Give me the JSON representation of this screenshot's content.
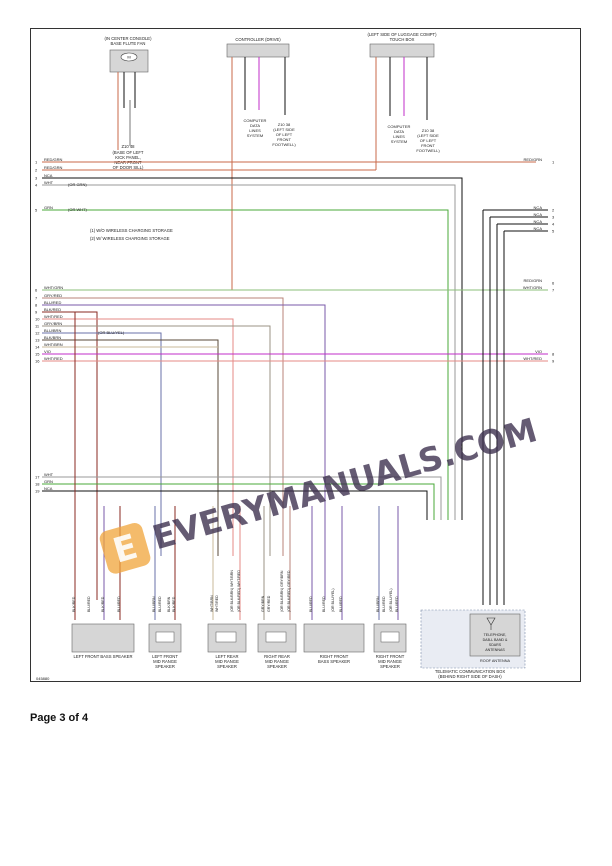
{
  "page": {
    "label": "Page 3 of 4",
    "figure_id": "045880"
  },
  "watermark": {
    "text": "EVERYMANUALS.COM",
    "logo_letter": "E"
  },
  "top_components": {
    "fan": {
      "title_1": "(IN CENTER CONSOLE)",
      "title_2": "BASE FLUTE FAN",
      "label": "M",
      "ground_title": "Z10 48",
      "ground_desc_1": "(BASE OF LEFT",
      "ground_desc_2": "KICK PANEL,",
      "ground_desc_3": "NEAR FRONT",
      "ground_desc_4": "OF DOOR SILL)"
    },
    "controller_drive": {
      "title": "CONTROLLER (DRIVE)",
      "note_1": "COMPUTER",
      "note_2": "DATA",
      "note_3": "LINES",
      "note_4": "SYSTEM",
      "gnd_1": "Z10 38",
      "gnd_2": "(LEFT SIDE",
      "gnd_3": "OF LEFT",
      "gnd_4": "FRONT",
      "gnd_5": "FOOTWELL)"
    },
    "touch_box": {
      "title_1": "(LEFT SIDE OF LUGGAGE COMPT)",
      "title_2": "TOUCH BOX",
      "note_1": "COMPUTER",
      "note_2": "DATA",
      "note_3": "LINES",
      "note_4": "SYSTEM",
      "gnd_1": "Z10 38",
      "gnd_2": "(LEFT SIDE",
      "gnd_3": "OF LEFT",
      "gnd_4": "FRONT",
      "gnd_5": "FOOTWELL)"
    }
  },
  "legend": [
    "(1) W/O WIRELESS CHARGING STORAGE",
    "(2) W/ WIRELESS CHARGING STORAGE"
  ],
  "left_wires": [
    {
      "n": "1",
      "label": "RED/GRN"
    },
    {
      "n": "2",
      "label": "RED/GRN"
    },
    {
      "n": "3",
      "label": "NCA"
    },
    {
      "n": "4",
      "label": "WHT"
    },
    {
      "n": "5",
      "label": "GRN"
    },
    {
      "n": "6",
      "label": "WHT/GRN"
    },
    {
      "n": "7",
      "label": "GRY/RED"
    },
    {
      "n": "8",
      "label": "BLU/RED"
    },
    {
      "n": "9",
      "label": "BLK/RED"
    },
    {
      "n": "10",
      "label": "WHT/RED"
    },
    {
      "n": "11",
      "label": "GRY/BRN"
    },
    {
      "n": "12",
      "label": "BLU/BRN"
    },
    {
      "n": "13",
      "label": "BLK/BRN"
    },
    {
      "n": "14",
      "label": "WHT/BRN"
    },
    {
      "n": "15",
      "label": "VIO"
    },
    {
      "n": "16",
      "label": "WHT/RED"
    },
    {
      "n": "17",
      "label": "WHT"
    },
    {
      "n": "18",
      "label": "GRN"
    },
    {
      "n": "19",
      "label": "NCA"
    }
  ],
  "left_notes": {
    "wht_note": "(OR GRN)",
    "grn_note": "(OR WHT)",
    "blu_note": "(OR BLU/YEL)"
  },
  "right_wires": [
    {
      "n": "1",
      "label": "RED/GRN"
    },
    {
      "n": "2",
      "label": "NCA"
    },
    {
      "n": "3",
      "label": "NCA"
    },
    {
      "n": "4",
      "label": "NCA"
    },
    {
      "n": "5",
      "label": "NCA"
    },
    {
      "n": "6",
      "label": "RED/GRN"
    },
    {
      "n": "7",
      "label": "WHT/GRN"
    },
    {
      "n": "8",
      "label": "VIO"
    },
    {
      "n": "9",
      "label": "WHT/RED"
    }
  ],
  "bottom_components": [
    {
      "name_1": "LEFT FRONT BASS SPEAKER",
      "name_2": "",
      "name_3": ""
    },
    {
      "name_1": "LEFT FRONT",
      "name_2": "MID RANGE",
      "name_3": "SPEAKER"
    },
    {
      "name_1": "LEFT REAR",
      "name_2": "MID RANGE",
      "name_3": "SPEAKER"
    },
    {
      "name_1": "RIGHT REAR",
      "name_2": "MID RANGE",
      "name_3": "SPEAKER"
    },
    {
      "name_1": "RIGHT FRONT",
      "name_2": "BASS SPEAKER",
      "name_3": ""
    },
    {
      "name_1": "RIGHT FRONT",
      "name_2": "MID RANGE",
      "name_3": "SPEAKER"
    }
  ],
  "telematic": {
    "name_1": "TELEMATIC COMMUNICATION BOX",
    "name_2": "(BEHIND RIGHT SIDE OF DASH)",
    "antenna_1": "TELEPHONE,",
    "antenna_2": "DAB-L BAND &",
    "antenna_3": "SDARS",
    "antenna_4": "ANTENNAS",
    "roof": "ROOF ANTENNA"
  },
  "speaker_pins": {
    "lf_bass": [
      "BLK/RED",
      "BLU/RED",
      "BLK/RED",
      "BLU/RED"
    ],
    "lf_mid": [
      "BLU/BRN",
      "BLU/RED",
      "BLK/BRN",
      "BLK/RED"
    ],
    "lr_mid": [
      "WHT/BRN",
      "WHT/RED",
      "(OR BLK/BRN) WHT/BRN",
      "(OR BLK/RED) WHT/RED"
    ],
    "rr_mid": [
      "GRY/BRN",
      "GRY/RED",
      "(OR BLK/BRN) GRY/BRN",
      "(OR BLK/RED) GRY/RED"
    ],
    "rf_bass": [
      "BLU/RED",
      "BLU/RED",
      "(OR BLU/YEL)",
      "BLU/RED"
    ],
    "rf_mid": [
      "BLU/BRN",
      "BLU/RED",
      "(OR BLU/YEL)",
      "BLU/RED"
    ]
  },
  "colors": {
    "red_grn": "#c86a4a",
    "wht_grn": "#8bbf78",
    "grn": "#4aa83a",
    "gry_red": "#b8837a",
    "blu_red": "#7a5aa8",
    "blk_red": "#8a2a22",
    "wht_red": "#e58a86",
    "gry_brn": "#9b9384",
    "blu_brn": "#6a72a8",
    "blk_brn": "#5a4a3a",
    "wht_brn": "#c9b99a",
    "vio": "#c02cc8",
    "black": "#111111",
    "wht": "#999999",
    "orange_logo": "#f0a43a"
  }
}
